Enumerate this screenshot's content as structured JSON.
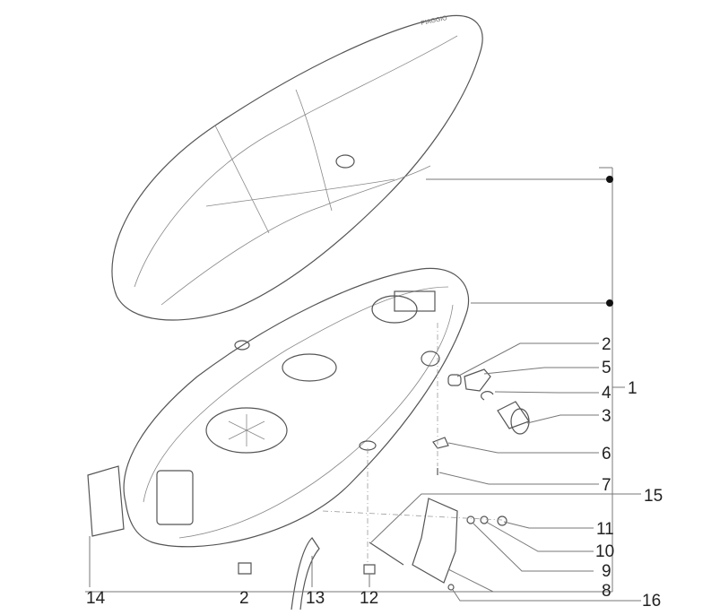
{
  "diagram": {
    "seat_logo_text": "PIAGGIO",
    "callouts": [
      {
        "id": "c1",
        "label": "1"
      },
      {
        "id": "c2a",
        "label": "2"
      },
      {
        "id": "c5",
        "label": "5"
      },
      {
        "id": "c4",
        "label": "4"
      },
      {
        "id": "c3",
        "label": "3"
      },
      {
        "id": "c6",
        "label": "6"
      },
      {
        "id": "c7",
        "label": "7"
      },
      {
        "id": "c15",
        "label": "15"
      },
      {
        "id": "c11",
        "label": "11"
      },
      {
        "id": "c10",
        "label": "10"
      },
      {
        "id": "c9",
        "label": "9"
      },
      {
        "id": "c8",
        "label": "8"
      },
      {
        "id": "c16",
        "label": "16"
      },
      {
        "id": "c14",
        "label": "14"
      },
      {
        "id": "c2b",
        "label": "2"
      },
      {
        "id": "c13",
        "label": "13"
      },
      {
        "id": "c12",
        "label": "12"
      }
    ]
  }
}
